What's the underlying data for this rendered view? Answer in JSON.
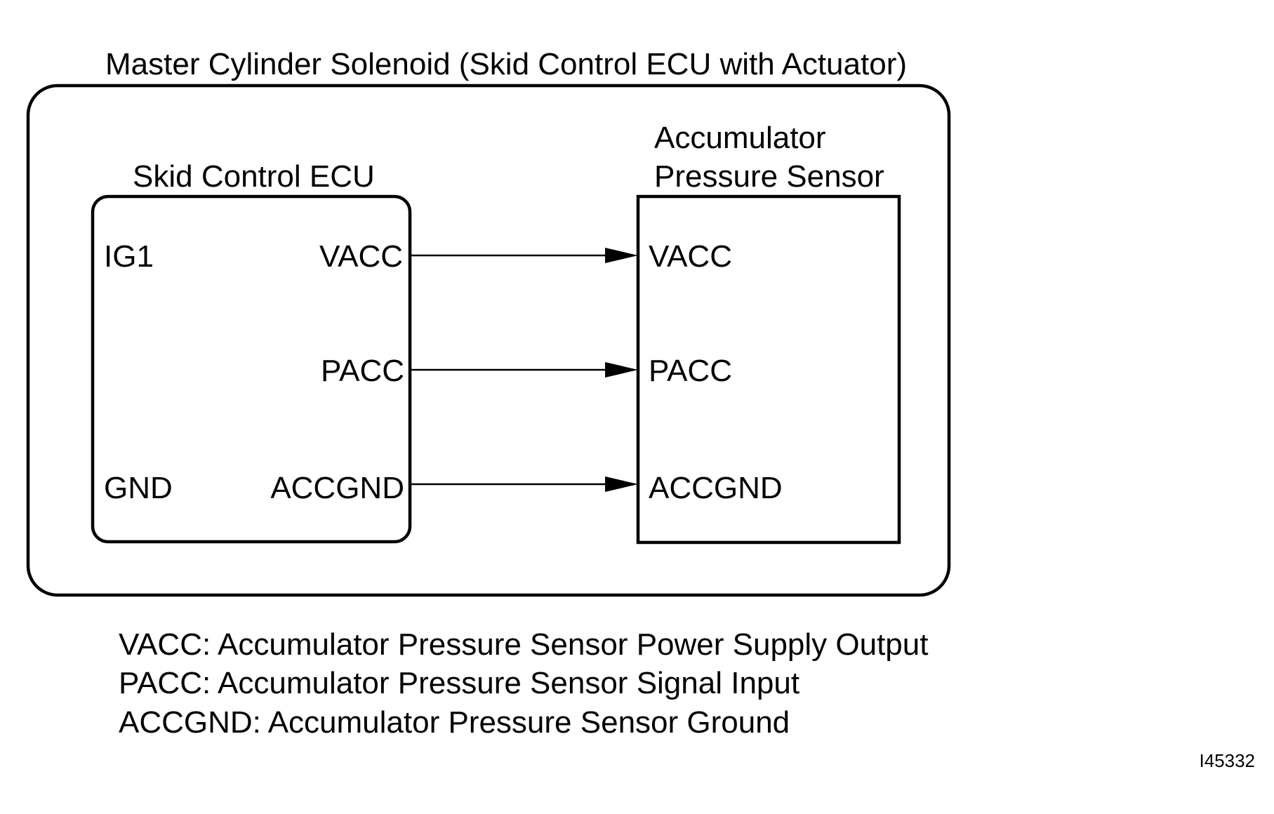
{
  "outer": {
    "title": "Master Cylinder Solenoid (Skid Control ECU with Actuator)"
  },
  "ecu": {
    "title": "Skid Control ECU",
    "terminals": {
      "ig1": "IG1",
      "gnd": "GND",
      "vacc": "VACC",
      "pacc": "PACC",
      "accgnd": "ACCGND"
    }
  },
  "sensor": {
    "title_line1": "Accumulator",
    "title_line2": "Pressure Sensor",
    "terminals": {
      "vacc": "VACC",
      "pacc": "PACC",
      "accgnd": "ACCGND"
    }
  },
  "legend": [
    "VACC: Accumulator Pressure Sensor Power Supply Output",
    "PACC: Accumulator Pressure Sensor Signal Input",
    "ACCGND: Accumulator Pressure Sensor Ground"
  ],
  "figure_id": "I45332"
}
